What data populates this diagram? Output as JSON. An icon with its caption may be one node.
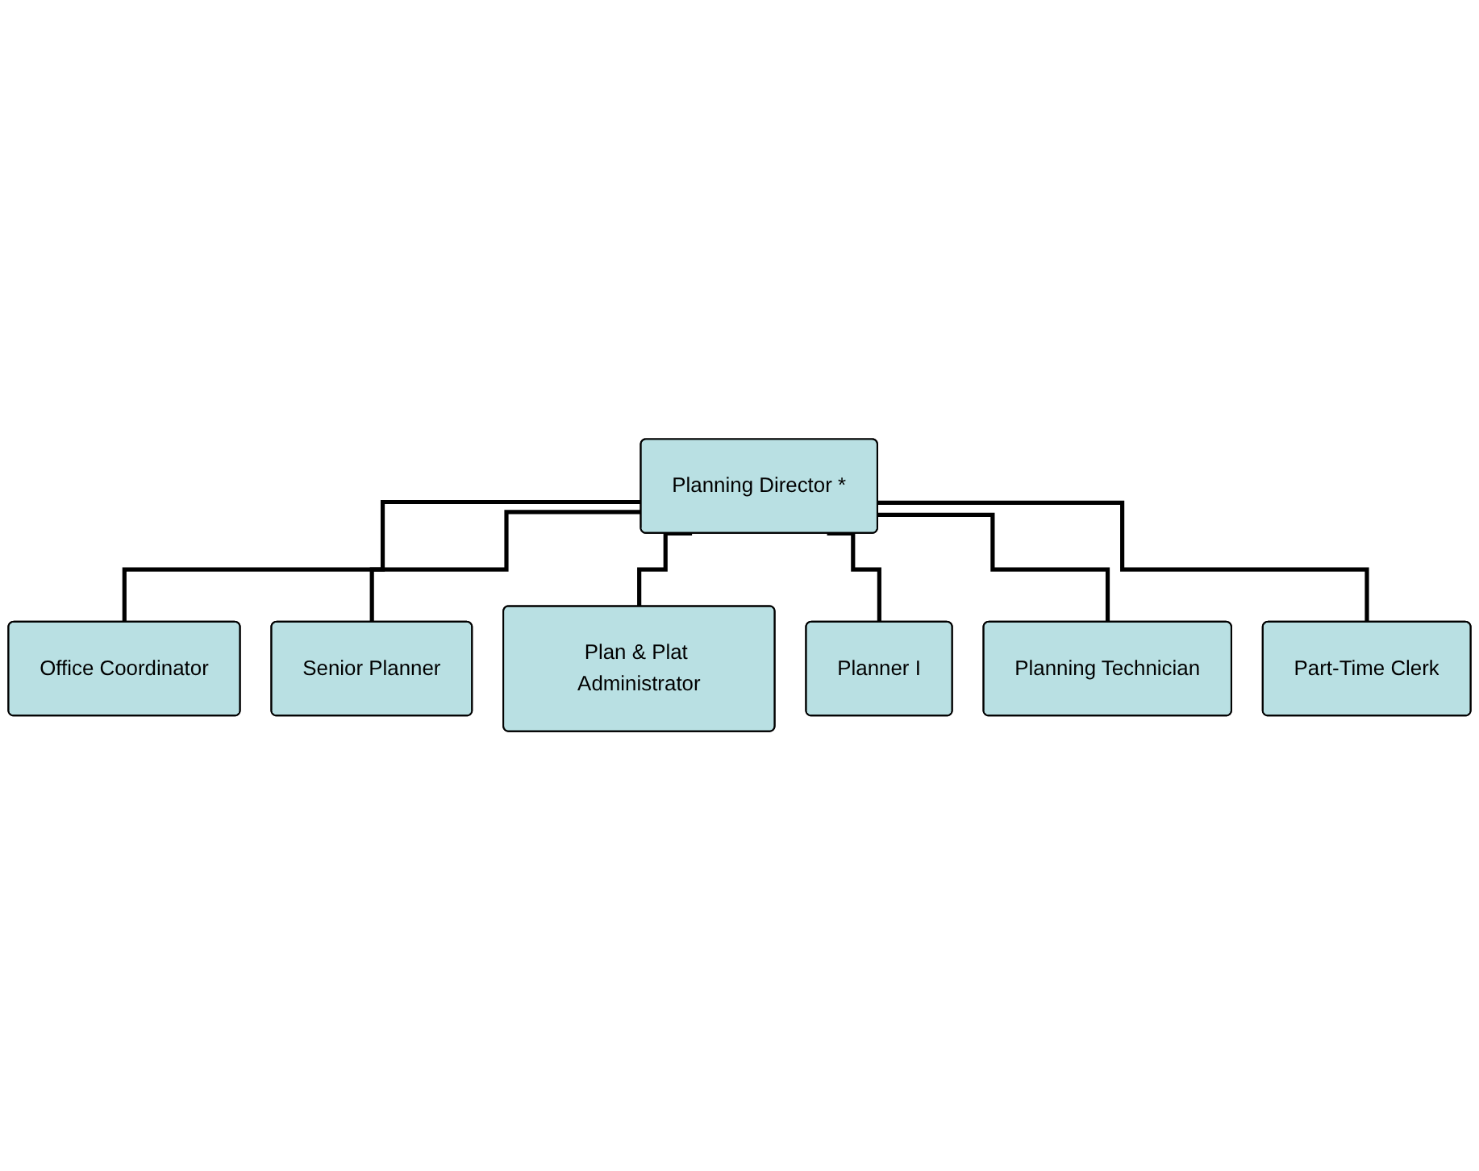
{
  "diagram": {
    "nodes": [
      {
        "text": [
          "Planning Director *"
        ]
      },
      {
        "text": [
          "Office Coordinator"
        ]
      },
      {
        "text": [
          "Senior Planner"
        ]
      },
      {
        "text": [
          "Plan & Plat Administrator"
        ]
      },
      {
        "text": [
          "Planner I"
        ]
      },
      {
        "text": [
          "Planning Technician"
        ]
      },
      {
        "text": [
          "Part-Time Clerk"
        ]
      }
    ],
    "edges": [
      {
        "from": 0,
        "to": 1,
        "arrow": "none"
      },
      {
        "from": 0,
        "to": 2,
        "arrow": "none"
      },
      {
        "from": 0,
        "to": 3,
        "arrow": "none"
      },
      {
        "from": 0,
        "to": 4,
        "arrow": "none"
      },
      {
        "from": 0,
        "to": 5,
        "arrow": "none"
      },
      {
        "from": 0,
        "to": 6,
        "arrow": "none"
      }
    ]
  }
}
